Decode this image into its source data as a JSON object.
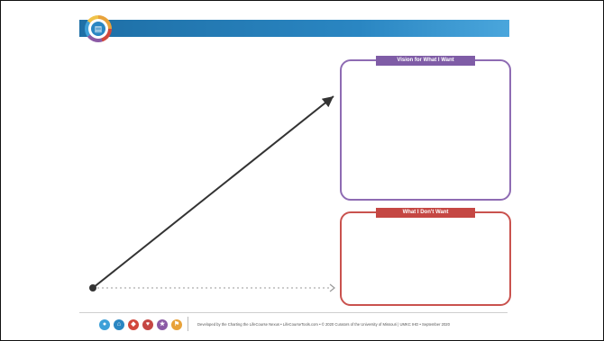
{
  "header": {
    "title": "LIFE TRAJECTORY | EXPLORING"
  },
  "boxes": {
    "vision_label": "Vision for What I Want",
    "dont_label": "What I Don't Want"
  },
  "footer": {
    "text": "Developed by the Charting the LifeCourse Nexus • LifeCourseTools.com • © 2020 Curators of the University of Missouri | UMKC IHD • September 2020",
    "icons": [
      {
        "name": "daily-life-icon",
        "color": "#3ea0d8"
      },
      {
        "name": "community-living-icon",
        "color": "#2a86c2"
      },
      {
        "name": "safety-security-icon",
        "color": "#d2473c"
      },
      {
        "name": "healthy-living-icon",
        "color": "#c54743"
      },
      {
        "name": "social-spirituality-icon",
        "color": "#8b5aa5"
      },
      {
        "name": "citizenship-advocacy-icon",
        "color": "#e8a23a"
      }
    ]
  }
}
